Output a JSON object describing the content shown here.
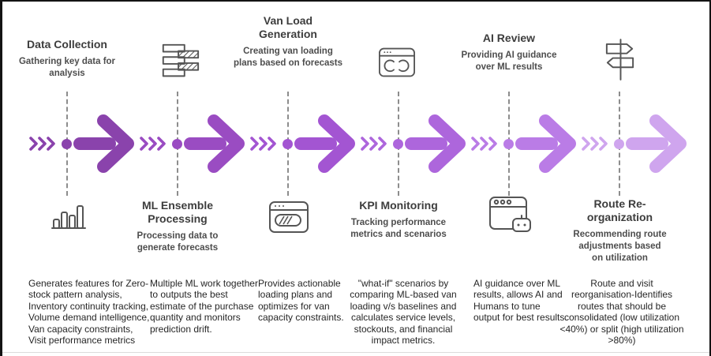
{
  "stages": [
    {
      "title": "Data Collection",
      "description": "Gathering key data for analysis",
      "icon": "bar-chart-icon",
      "detail": "Generates features for Zero-stock pattern analysis, Inventory continuity tracking, Volume demand intelligence, Van capacity constraints, Visit performance metrics"
    },
    {
      "title": "ML Ensemble Processing",
      "description": "Processing data to generate forecasts",
      "icon": "gantt-bars-icon",
      "detail": "Multiple ML work together to outputs the best estimate of the purchase quantity and monitors prediction drift."
    },
    {
      "title": "Van Load Generation",
      "description": "Creating van loading plans based on forecasts",
      "icon": "window-progress-icon",
      "detail": "Provides actionable loading plans and optimizes for van capacity constraints."
    },
    {
      "title": "KPI Monitoring",
      "description": "Tracking performance metrics and scenarios",
      "icon": "window-sync-icon",
      "detail": "\"what-if\" scenarios by comparing ML-based van loading v/s baselines and calculates service levels, stockouts, and financial impact metrics."
    },
    {
      "title": "AI Review",
      "description": "Providing AI guidance over ML results",
      "icon": "window-robot-icon",
      "detail": "AI guidance over ML results, allows AI and Humans to tune output for best results."
    },
    {
      "title": "Route Re-organization",
      "description": "Recommending route adjustments based on utilization",
      "icon": "signpost-icon",
      "detail": "Route and visit reorganisation-Identifies routes that should be consolidated (low utilization <40%) or split (high utilization >80%)"
    }
  ],
  "timeline": {
    "arrow_colors": [
      "#8a43ac",
      "#9a4cc2",
      "#a355d2",
      "#ad66dc",
      "#ba7ce6",
      "#cfa5ee"
    ]
  },
  "colors": {
    "icon": "#555555",
    "title": "#3d3d3d",
    "description": "#4d4d4d",
    "detail": "#262626",
    "dashed_line": "#8d8d8d",
    "border": "#141414",
    "bottom_divider": "#dcdcdc",
    "background": "#ffffff"
  }
}
